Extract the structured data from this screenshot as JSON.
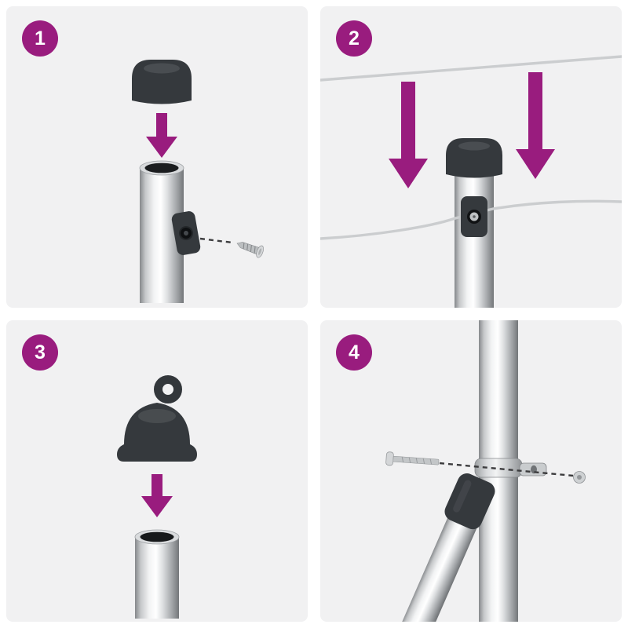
{
  "colors": {
    "accent_purple": "#991c7e",
    "panel_background": "#f1f1f2",
    "page_background": "#ffffff",
    "cap_dark": "#35393d",
    "wire_gray": "#cbcdcf"
  },
  "steps": [
    {
      "label": "1"
    },
    {
      "label": "2"
    },
    {
      "label": "3"
    },
    {
      "label": "4"
    }
  ]
}
